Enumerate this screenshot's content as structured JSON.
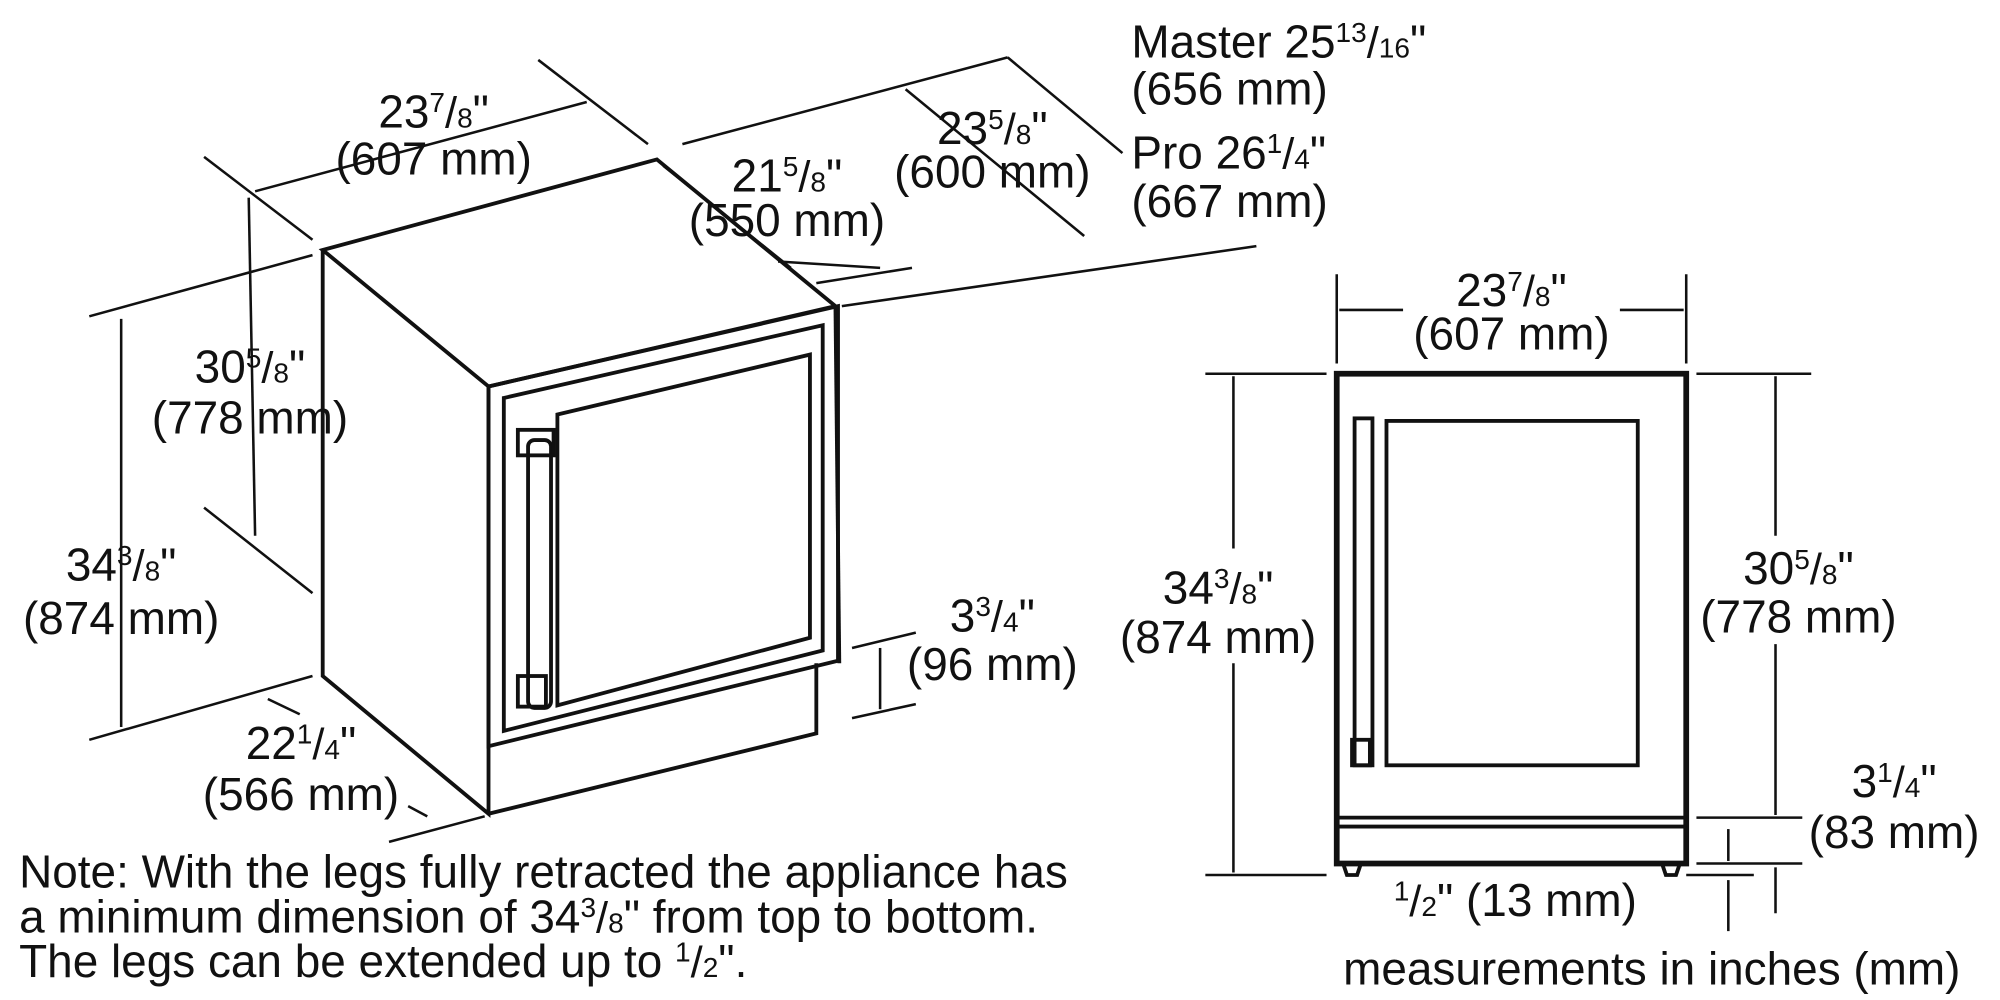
{
  "iso_view": {
    "labels": [
      {
        "id": "iso-width",
        "prefix": "",
        "whole": "23",
        "num": "7",
        "den": "8",
        "mm": "(607 mm)"
      },
      {
        "id": "iso-depth-cabinet",
        "prefix": "",
        "whole": "21",
        "num": "5",
        "den": "8",
        "mm": "(550 mm)"
      },
      {
        "id": "iso-depth-total",
        "prefix": "",
        "whole": "23",
        "num": "5",
        "den": "8",
        "mm": "(600 mm)"
      },
      {
        "id": "iso-depth-master",
        "prefix": "Master ",
        "whole": "25",
        "num": "13",
        "den": "16",
        "mm": "(656 mm)"
      },
      {
        "id": "iso-depth-pro",
        "prefix": "Pro ",
        "whole": "26",
        "num": "1",
        "den": "4",
        "mm": "(667 mm)"
      },
      {
        "id": "iso-cabinet-height",
        "prefix": "",
        "whole": "30",
        "num": "5",
        "den": "8",
        "mm": "(778 mm)"
      },
      {
        "id": "iso-total-height",
        "prefix": "",
        "whole": "34",
        "num": "3",
        "den": "8",
        "mm": "(874 mm)"
      },
      {
        "id": "iso-toekick-height",
        "prefix": "",
        "whole": "3",
        "num": "3",
        "den": "4",
        "mm": "(96 mm)"
      },
      {
        "id": "iso-toekick-depth",
        "prefix": "",
        "whole": "22",
        "num": "1",
        "den": "4",
        "mm": "(566 mm)"
      }
    ],
    "note": [
      {
        "before": "Note: With the legs fully retracted the appliance has",
        "num": "",
        "den": "",
        "after": ""
      },
      {
        "before": "a minimum dimension of 34",
        "num": "3",
        "den": "8",
        "after": "\" from top to bottom."
      },
      {
        "before": "The legs can be extended up to ",
        "num": "1",
        "den": "2",
        "after": "\"."
      }
    ]
  },
  "front_view": {
    "labels": [
      {
        "id": "front-width",
        "prefix": "",
        "whole": "23",
        "num": "7",
        "den": "8",
        "mm": "(607 mm)"
      },
      {
        "id": "front-total-height",
        "prefix": "",
        "whole": "34",
        "num": "3",
        "den": "8",
        "mm": "(874 mm)"
      },
      {
        "id": "front-door-height",
        "prefix": "",
        "whole": "30",
        "num": "5",
        "den": "8",
        "mm": "(778 mm)"
      },
      {
        "id": "front-toekick-height",
        "prefix": "",
        "whole": "3",
        "num": "1",
        "den": "4",
        "mm": "(83 mm)"
      }
    ],
    "legs_label": {
      "whole": "",
      "num": "1",
      "den": "2",
      "mm": "\" (13 mm)"
    },
    "units_note": "measurements in inches (mm)"
  }
}
